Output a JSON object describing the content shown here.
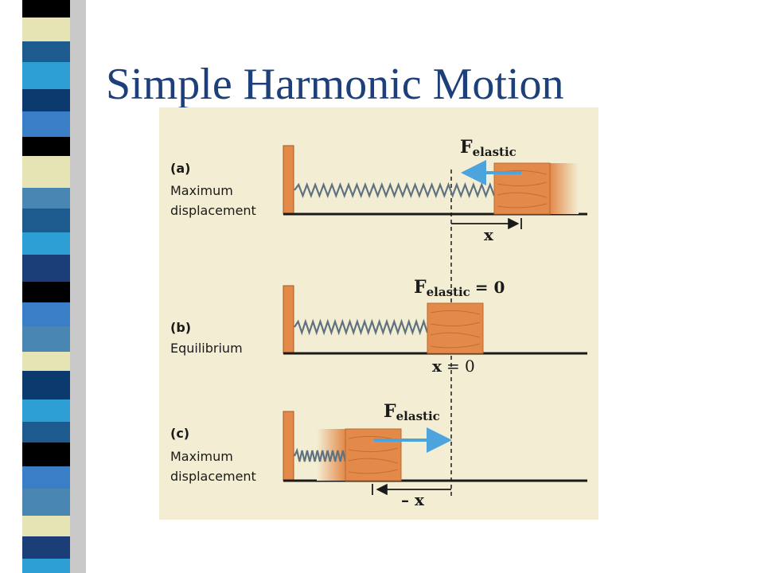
{
  "slide": {
    "title": "Simple Harmonic Motion"
  },
  "colors": {
    "title": "#1d3f7a",
    "figure_background": "#f3eed3",
    "arrow": "#4da3dc",
    "block": "#e3894a",
    "stripe_palette": [
      "#000000",
      "#1d5b8f",
      "#2e9fd4",
      "#e6e4b4",
      "#4a86b2",
      "#0b3a6e",
      "#3a7ec8",
      "#1b3d78"
    ]
  },
  "figure": {
    "panels": [
      {
        "id": "a",
        "letter": "(a)",
        "caption": [
          "Maximum",
          "displacement"
        ],
        "force_symbol": "F",
        "force_subscript": "elastic",
        "force_value": "",
        "displacement_label": "x"
      },
      {
        "id": "b",
        "letter": "(b)",
        "caption": [
          "Equilibrium"
        ],
        "force_symbol": "F",
        "force_subscript": "elastic",
        "force_value": "= 0",
        "displacement_symbol": "x",
        "displacement_value": "= 0"
      },
      {
        "id": "c",
        "letter": "(c)",
        "caption": [
          "Maximum",
          "displacement"
        ],
        "force_symbol": "F",
        "force_subscript": "elastic",
        "force_value": "",
        "displacement_label": "– x"
      }
    ]
  }
}
